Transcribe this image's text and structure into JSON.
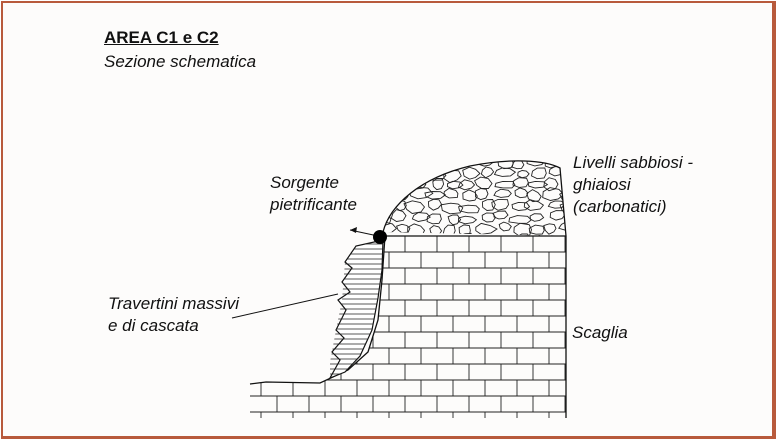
{
  "diagram": {
    "title": "AREA C1 e C2",
    "subtitle": "Sezione schematica",
    "labels": {
      "sorgente": "Sorgente\npietrificante",
      "livelli": "Livelli sabbiosi -\nghiaiosi\n(carbonatici)",
      "travertini": "Travertini massivi\ne di cascata",
      "scaglia": "Scaglia"
    }
  },
  "colors": {
    "frame": "#b85a3c",
    "ink": "#111111"
  }
}
